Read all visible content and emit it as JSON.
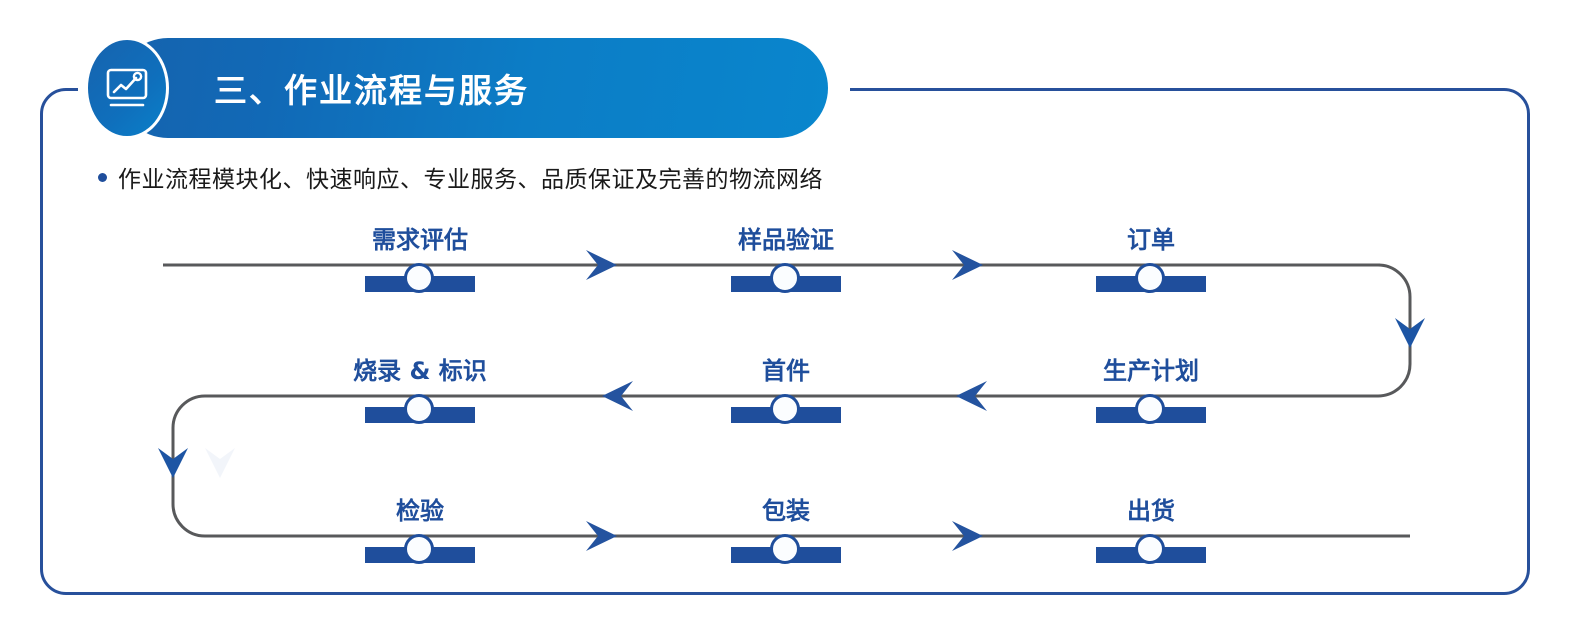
{
  "header": {
    "title": "三、作业流程与服务",
    "icon": "chart-monitor-icon",
    "gradient_from": "#1663AE",
    "gradient_to": "#0986CD"
  },
  "frame": {
    "border_color": "#27509B"
  },
  "bullet": {
    "text": "作业流程模块化、快速响应、专业服务、品质保证及完善的物流网络",
    "dot_color": "#1F4E9C"
  },
  "flow": {
    "node_color": "#1F4E9C",
    "line_color": "#58595B",
    "arrow_color": "#24539F",
    "label_color": "#1F4E9C",
    "rows": [
      {
        "direction": "right",
        "nodes": [
          {
            "label": "需求评估"
          },
          {
            "label": "样品验证"
          },
          {
            "label": "订单"
          }
        ]
      },
      {
        "direction": "left",
        "nodes": [
          {
            "label": "烧录 & 标识"
          },
          {
            "label": "首件"
          },
          {
            "label": "生产计划"
          }
        ]
      },
      {
        "direction": "right",
        "nodes": [
          {
            "label": "检验"
          },
          {
            "label": "包装"
          },
          {
            "label": "出货"
          }
        ]
      }
    ],
    "connectors": [
      {
        "name": "right-uturn",
        "arrow": "down"
      },
      {
        "name": "left-uturn",
        "arrow": "down"
      }
    ]
  }
}
